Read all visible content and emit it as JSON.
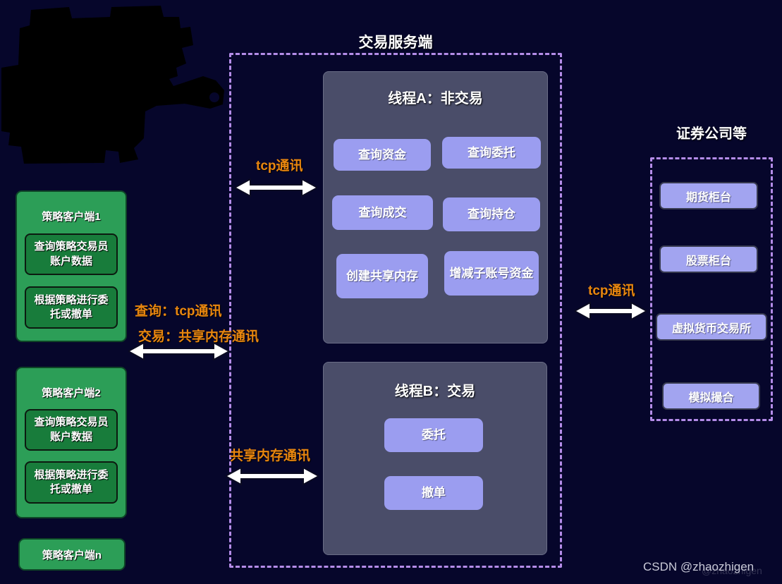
{
  "page": {
    "watermark": "CSDN @zhaozhigen",
    "watermark_ghost": "@zhaozhigen"
  },
  "colors": {
    "background": "#06062b",
    "dashed_border": "#b48ce8",
    "panel_gray": "#4a4d69",
    "node_purple": "#9b9df0",
    "client_green": "#2c9e57",
    "client_green_dark": "#187c3b",
    "label_orange": "#e8860f",
    "arrow_white": "#ffffff"
  },
  "server": {
    "title": "交易服务端",
    "thread_a": {
      "title": "线程A：非交易",
      "buttons": [
        "查询资金",
        "查询委托",
        "查询成交",
        "查询持仓",
        "创建共享内存",
        "增减子账号资金"
      ]
    },
    "thread_b": {
      "title": "线程B：交易",
      "buttons": [
        "委托",
        "撤单"
      ]
    }
  },
  "clients": [
    {
      "title": "策略客户端1",
      "items": [
        "查询策略交易员账户数据",
        "根据策略进行委托或撤单"
      ]
    },
    {
      "title": "策略客户端2",
      "items": [
        "查询策略交易员账户数据",
        "根据策略进行委托或撤单"
      ]
    },
    {
      "title": "策略客户端n",
      "items": []
    }
  ],
  "brokers": {
    "title": "证券公司等",
    "items": [
      "期货柜台",
      "股票柜台",
      "虚拟货币交易所",
      "模拟撮合"
    ]
  },
  "links": {
    "tcp_top": "tcp通讯",
    "query_tcp": "查询：tcp通讯",
    "trade_shm": "交易：共享内存通讯",
    "shm": "共享内存通讯",
    "tcp_right": "tcp通讯"
  }
}
